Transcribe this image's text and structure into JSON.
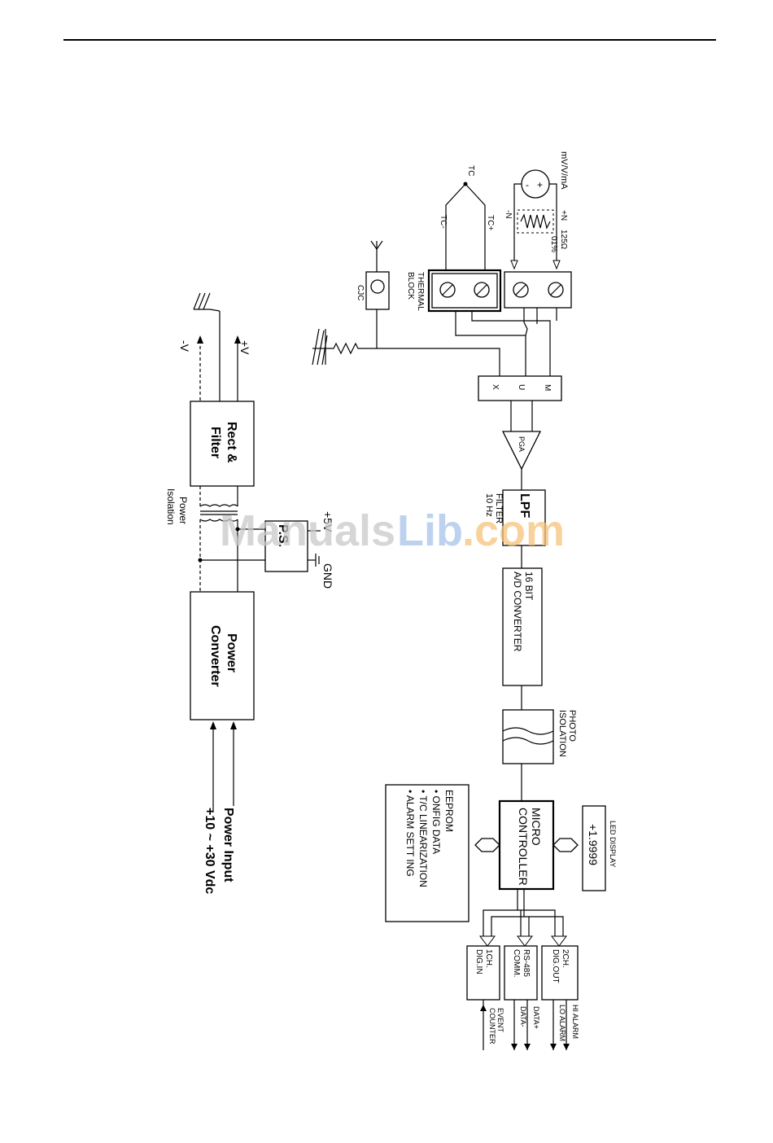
{
  "watermark": {
    "part1": "Manuals",
    "part2": "Lib",
    "part3": ".com"
  },
  "power_section": {
    "minus_v": "-V",
    "plus_v": "+V",
    "rect_filter": [
      "Rect &",
      "Filter"
    ],
    "power_isolation": [
      "Power",
      "Isolation"
    ],
    "ps": "P.S.",
    "plus_5v": "+5V",
    "gnd": "GND",
    "power_converter": [
      "Power",
      "Converter"
    ],
    "power_input": "Power Input",
    "voltage_range": "+10 ~ +30 Vdc"
  },
  "signal_section": {
    "tc_minus": "TC-",
    "tc_plus": "TC+",
    "tc": "TC",
    "mv_v_ma": "mV/V/mA",
    "minus_n": "-N",
    "plus_n": "+N",
    "resistor": "125Ω",
    "tolerance": "01%",
    "thermal_block": [
      "THERMAL",
      "BLOCK"
    ],
    "cjc": "CJC",
    "mux_x": "X",
    "mux_u": "U",
    "mux_m": "M",
    "pga": "PGA",
    "lpf": "LPF",
    "filter": [
      "FILTER",
      "10 Hz"
    ],
    "adc": [
      "16 BIT",
      "A/D CONVERTER"
    ],
    "photo_isolation": [
      "PHOTO",
      "ISOLATION"
    ],
    "micro": [
      "MICRO",
      "CONTROLLER"
    ],
    "eeprom_title": "EEPROM",
    "eeprom_items": [
      "• ONFIG DATA",
      "• T/C LINEARIZATION",
      "• ALARM SETT ING"
    ],
    "led_display": "LED DISPLAY",
    "led_value": "+1.9999",
    "din": [
      "1CH.",
      "DIG.IN"
    ],
    "comm": [
      "RS-485",
      "COMM."
    ],
    "dout": [
      "2CH.",
      "DIG.OUT"
    ],
    "event_counter": [
      "EVENT",
      "COUNTER"
    ],
    "data_minus": "DATA-",
    "data_plus": "DATA+",
    "lo_alarm": "LO ALARM",
    "hi_alarm": "HI ALARM"
  }
}
